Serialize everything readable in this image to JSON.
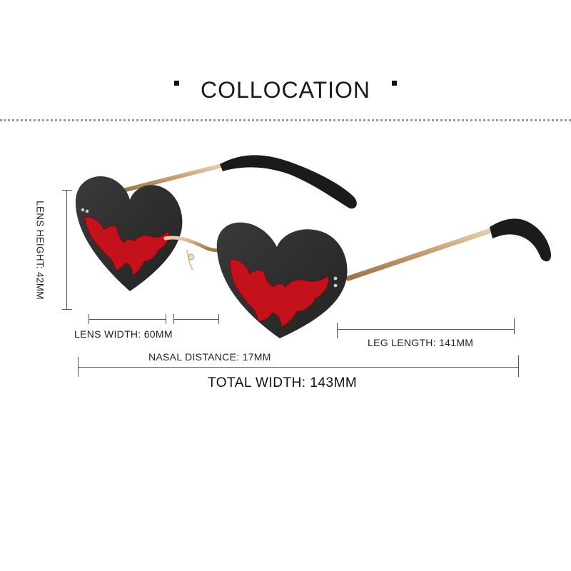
{
  "header": {
    "title": "COLLOCATION"
  },
  "dimensions": {
    "lens_height": "LENS HEIGHT: 42MM",
    "lens_width": "LENS WIDTH: 60MM",
    "nasal_distance": "NASAL DISTANCE: 17MM",
    "leg_length": "LEG LENGTH: 141MM",
    "total_width": "TOTAL WIDTH: 143MM"
  },
  "colors": {
    "lens": "#2b2b2b",
    "bat": "#c4121c",
    "frame_gold": "#c9a57a",
    "temple_tip": "#1a1a1a"
  }
}
